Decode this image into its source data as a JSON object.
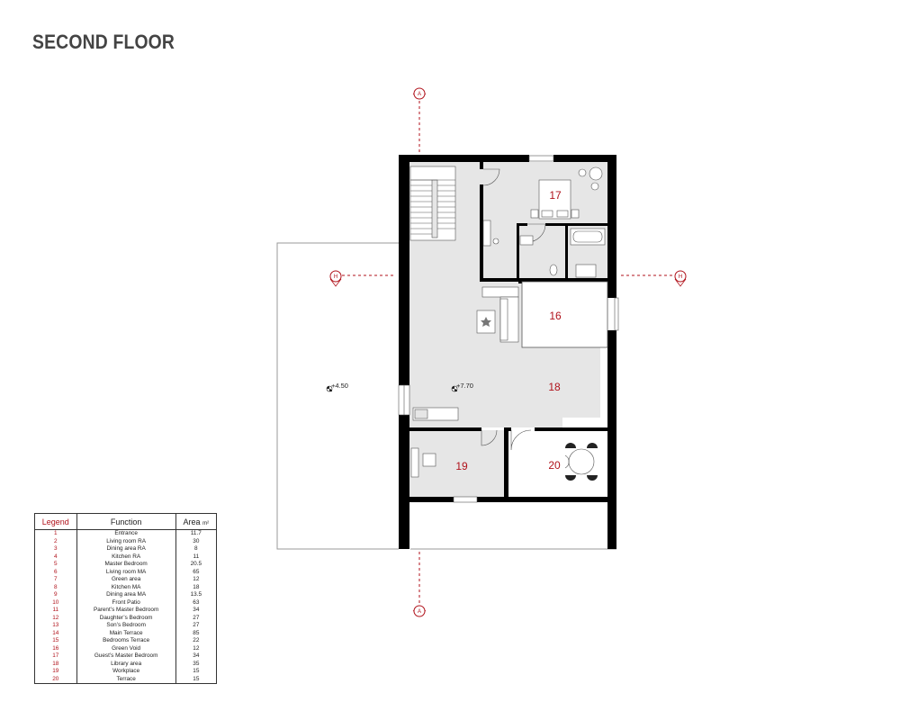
{
  "title": "SECOND FLOOR",
  "plan": {
    "rooms": [
      {
        "id": "room-16",
        "label": "16"
      },
      {
        "id": "room-17",
        "label": "17"
      },
      {
        "id": "room-18",
        "label": "18"
      },
      {
        "id": "room-19",
        "label": "19"
      },
      {
        "id": "room-20",
        "label": "20"
      }
    ],
    "levels": [
      {
        "id": "level-roof",
        "label": "+4.50"
      },
      {
        "id": "level-floor",
        "label": "+7.70"
      }
    ],
    "section_markers": [
      {
        "id": "section-a-top",
        "label": "A"
      },
      {
        "id": "section-a-bottom",
        "label": "A"
      },
      {
        "id": "section-h-left",
        "label": "H"
      },
      {
        "id": "section-h-right",
        "label": "H"
      }
    ],
    "colors": {
      "wall": "#000000",
      "floor": "#e6e6e6",
      "accent": "#b0121b",
      "outline": "#999999"
    }
  },
  "legend": {
    "headers": {
      "number": "Legend",
      "function": "Function",
      "area": "Area",
      "unit": "m²"
    },
    "rows": [
      {
        "n": "1",
        "function": "Entrance",
        "area": "11.7"
      },
      {
        "n": "2",
        "function": "Living room RA",
        "area": "30"
      },
      {
        "n": "3",
        "function": "Dining area RA",
        "area": "8"
      },
      {
        "n": "4",
        "function": "Kitchen RA",
        "area": "11"
      },
      {
        "n": "5",
        "function": "Master Bedroom",
        "area": "20.5"
      },
      {
        "n": "6",
        "function": "Living room MA",
        "area": "65"
      },
      {
        "n": "7",
        "function": "Green area",
        "area": "12"
      },
      {
        "n": "8",
        "function": "Kitchen MA",
        "area": "18"
      },
      {
        "n": "9",
        "function": "Dining area MA",
        "area": "13.5"
      },
      {
        "n": "10",
        "function": "Front Patio",
        "area": "63"
      },
      {
        "n": "11",
        "function": "Parent’s Master Bedroom",
        "area": "34"
      },
      {
        "n": "12",
        "function": "Daughter’s Bedroom",
        "area": "27"
      },
      {
        "n": "13",
        "function": "Son’s Bedroom",
        "area": "27"
      },
      {
        "n": "14",
        "function": "Main Terrace",
        "area": "85"
      },
      {
        "n": "15",
        "function": "Bedrooms Terrace",
        "area": "22"
      },
      {
        "n": "16",
        "function": "Green Void",
        "area": "12"
      },
      {
        "n": "17",
        "function": "Guest’s Master Bedroom",
        "area": "34"
      },
      {
        "n": "18",
        "function": "Library area",
        "area": "35"
      },
      {
        "n": "19",
        "function": "Workplace",
        "area": "15"
      },
      {
        "n": "20",
        "function": "Terrace",
        "area": "15"
      }
    ]
  }
}
